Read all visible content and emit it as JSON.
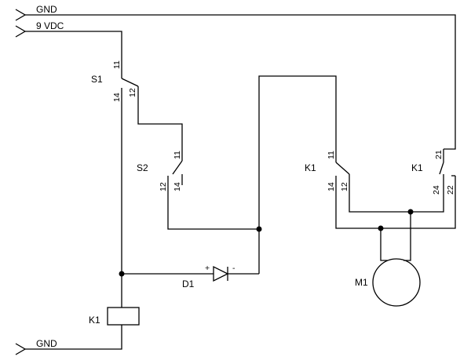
{
  "nets": {
    "gnd_top": "GND",
    "vdc": "9 VDC",
    "gnd_bottom": "GND"
  },
  "switch_s1": {
    "ref": "S1",
    "pin_common": "11",
    "pin_no": "14",
    "pin_nc": "12"
  },
  "switch_s2": {
    "ref": "S2",
    "pin_common": "11",
    "pin_no": "14",
    "pin_nc": "12"
  },
  "relay_contact_a": {
    "ref": "K1",
    "pin_common": "11",
    "pin_no": "14",
    "pin_nc": "12"
  },
  "relay_contact_b": {
    "ref": "K1",
    "pin_common": "21",
    "pin_no": "24",
    "pin_nc": "22"
  },
  "diode": {
    "ref": "D1",
    "plus": "+",
    "minus": "-"
  },
  "motor": {
    "ref": "M1"
  },
  "relay_coil": {
    "ref": "K1"
  }
}
